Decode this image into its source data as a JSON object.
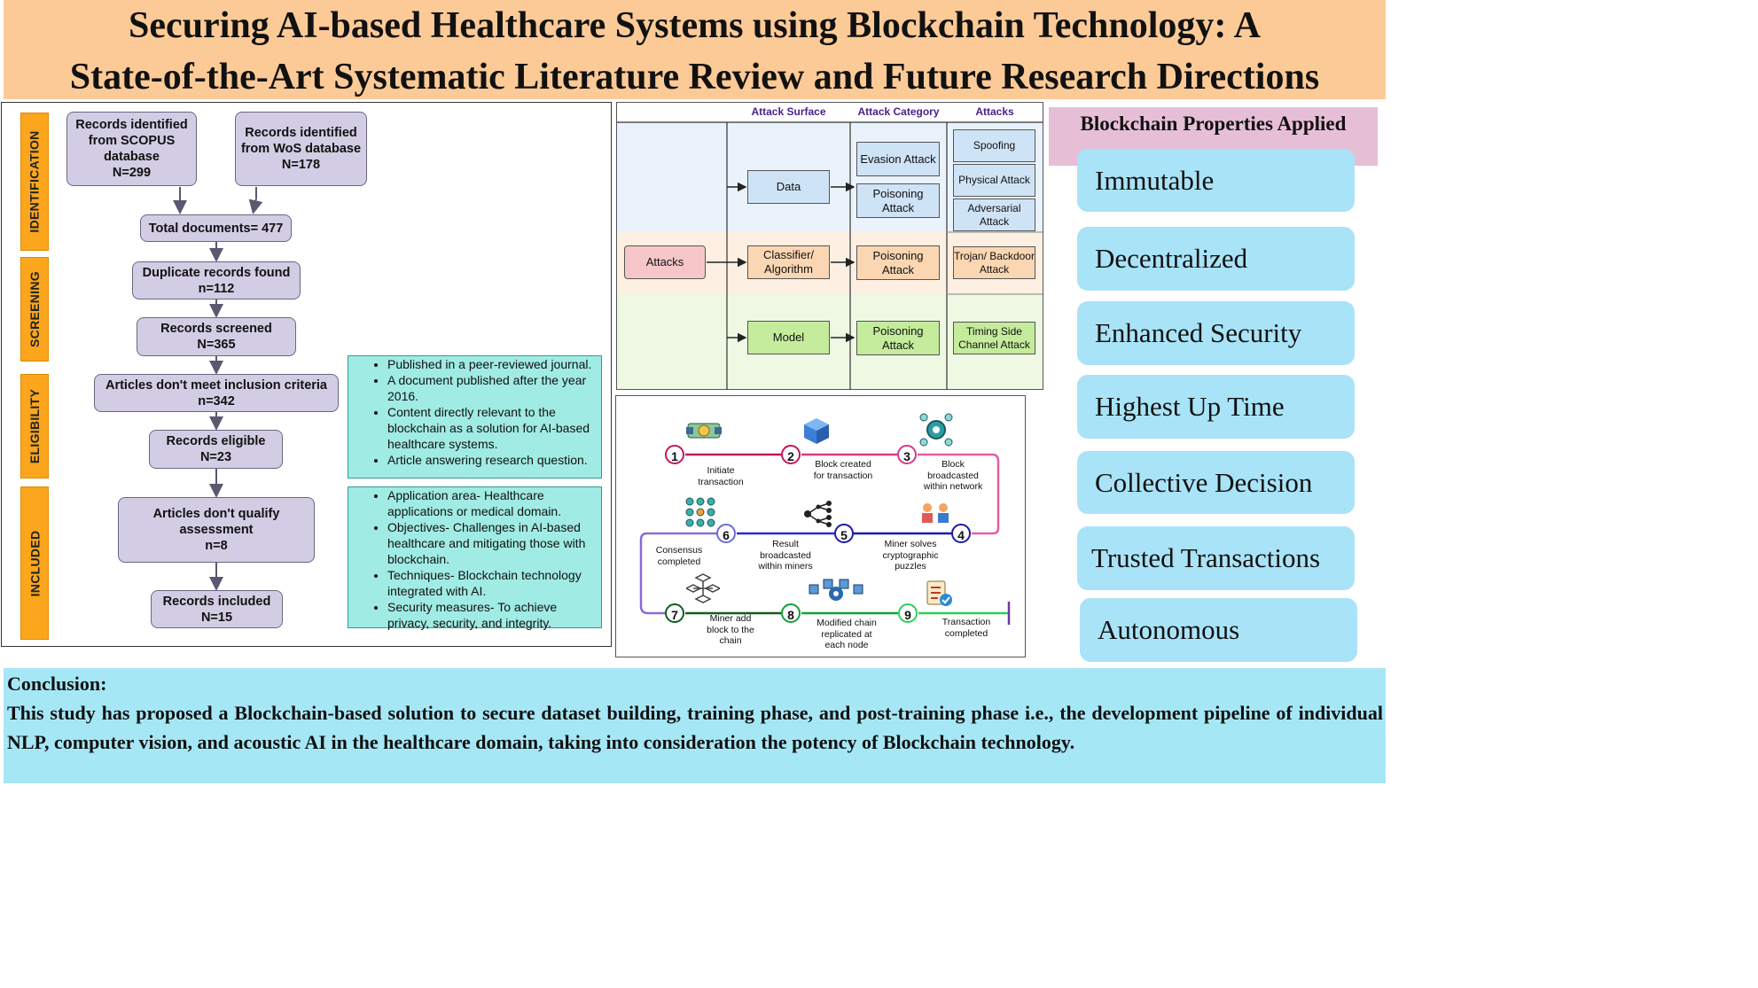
{
  "title": {
    "line1": "Securing AI-based Healthcare Systems using Blockchain Technology: A",
    "line2": "State-of-the-Art Systematic Literature Review and Future Research Directions"
  },
  "prisma": {
    "phases": [
      "IDENTIFICATION",
      "SCREENING",
      "ELIGIBILITY",
      "INCLUDED"
    ],
    "boxes": {
      "scopus": [
        "Records identified",
        "from SCOPUS",
        "database",
        "N=299"
      ],
      "wos": [
        "Records identified",
        "from WoS database",
        "N=178"
      ],
      "total": "Total documents= 477",
      "duplicate": [
        "Duplicate records found",
        "n=112"
      ],
      "screened": [
        "Records screened",
        "N=365"
      ],
      "not_meet": [
        "Articles don't meet inclusion criteria",
        "n=342"
      ],
      "eligible": [
        "Records eligible",
        "N=23"
      ],
      "not_qualify": [
        "Articles don't qualify",
        "assessment",
        "n=8"
      ],
      "included": [
        "Records included",
        "N=15"
      ]
    },
    "inclusion_criteria": [
      "Published in a peer-reviewed journal.",
      "A document published after the year 2016.",
      "Content directly relevant to the blockchain as a solution for AI-based healthcare systems.",
      "Article answering research question."
    ],
    "assessment_criteria": [
      "Application area- Healthcare applications or medical domain.",
      "Objectives- Challenges in AI-based healthcare and mitigating those with blockchain.",
      "Techniques- Blockchain technology integrated with AI.",
      "Security measures- To achieve privacy, security, and integrity."
    ]
  },
  "attack": {
    "headers": [
      "Attack Surface",
      "Attack Category",
      "Attacks"
    ],
    "root": "Attacks",
    "surfaces": [
      "Data",
      "Classifier/ Algorithm",
      "Model"
    ],
    "categories": {
      "data": [
        "Evasion Attack",
        "Poisoning Attack"
      ],
      "classifier": "Poisoning Attack",
      "model": "Poisoning Attack"
    },
    "attacks": {
      "data": [
        "Spoofing",
        "Physical Attack",
        "Adversarial Attack"
      ],
      "classifier": "Trojan/ Backdoor Attack",
      "model": "Timing Side Channel Attack"
    },
    "colors": {
      "data": "#cfe3f6",
      "classifier": "#fbd6b2",
      "model": "#c4ec9c",
      "root": "#f6c6c9"
    }
  },
  "process": {
    "steps": [
      {
        "n": "1",
        "label": "Initiate transaction",
        "icon": "handshake-coin-icon"
      },
      {
        "n": "2",
        "label": "Block created for transaction",
        "icon": "cube-icon"
      },
      {
        "n": "3",
        "label": "Block broadcasted within network",
        "icon": "network-block-icon"
      },
      {
        "n": "4",
        "label": "Miner solves cryptographic puzzles",
        "icon": "miners-icon"
      },
      {
        "n": "5",
        "label": "Result broadcasted within miners",
        "icon": "broadcast-tree-icon"
      },
      {
        "n": "6",
        "label": "Consensus completed",
        "icon": "consensus-grid-icon"
      },
      {
        "n": "7",
        "label": "Miner add block to the chain",
        "icon": "block-chain-icon"
      },
      {
        "n": "8",
        "label": "Modified chain replicated at each node",
        "icon": "replicated-chain-icon"
      },
      {
        "n": "9",
        "label": "Transaction completed",
        "icon": "checklist-icon"
      }
    ]
  },
  "properties": {
    "title": "Blockchain Properties Applied",
    "items": [
      "Immutable",
      "Decentralized",
      "Enhanced Security",
      "Highest Up Time",
      "Collective Decision",
      "Trusted Transactions",
      "Autonomous"
    ]
  },
  "conclusion": {
    "heading": "Conclusion:",
    "body": "This study has proposed a Blockchain-based solution to secure dataset building, training phase, and post-training phase i.e., the development pipeline of individual NLP, computer vision, and acoustic AI in the healthcare domain, taking into consideration the potency of Blockchain technology."
  }
}
